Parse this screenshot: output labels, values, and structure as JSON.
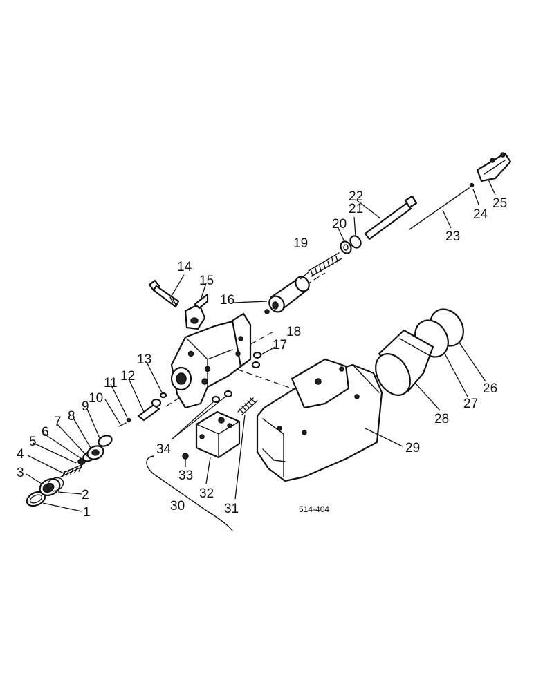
{
  "diagram": {
    "drawing_code": "514-404",
    "callouts": [
      "1",
      "2",
      "3",
      "4",
      "5",
      "6",
      "7",
      "8",
      "9",
      "10",
      "11",
      "12",
      "13",
      "14",
      "15",
      "16",
      "17",
      "18",
      "19",
      "20",
      "21",
      "22",
      "23",
      "24",
      "25",
      "26",
      "27",
      "28",
      "29",
      "30",
      "31",
      "32",
      "33",
      "34"
    ]
  }
}
